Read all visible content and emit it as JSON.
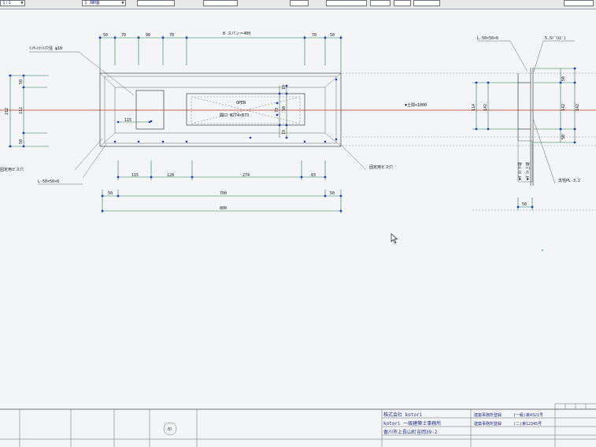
{
  "toolbar": {
    "dropdown1_value": "1:1",
    "dropdown2_value": "1 線幅"
  },
  "plan": {
    "dims_top": [
      "50",
      "70",
      "90",
      "70",
      "8 スパン＝400",
      "70",
      "50"
    ],
    "inspection_hole_label": "ｲﾝｻｰﾄﾅｯﾄ穴径 φ10",
    "left_side_dims": [
      "50",
      "112",
      "50"
    ],
    "left_total": "212",
    "open_label": "OPEN",
    "opening_label": "開口 W274×B73",
    "inner_dim_115": "115",
    "inner_vertical_dims": [
      "19",
      "50",
      "73",
      "19"
    ],
    "anchor_left_label": "固定用ビス穴",
    "angle_left_label": "L-50×50×6",
    "bottom_dims_row1": [
      "115",
      "128",
      "274",
      "83"
    ],
    "bottom_dims_row2": [
      "50",
      "700",
      "50"
    ],
    "bottom_total": "800",
    "anchor_right_label": "固定用ビス穴",
    "ground_label": "▼土間+1000"
  },
  "section": {
    "angle_label": "L-50×50×6",
    "screw_label": "5.5ﾄﾞﾘﾙﾋﾞｽ",
    "left_dims": [
      "114",
      "142"
    ],
    "right_dims": [
      "50",
      "142",
      "50"
    ],
    "ground_vertical_1": "▼ﾀﾞｸﾄ下端",
    "ground_vertical_2": "▼ﾀﾞｸﾄ上端",
    "plate_label": "支柱PL-3.2",
    "bottom_dim": "50"
  },
  "title_block": {
    "company": "株式会社 kotori",
    "office": "kotori 一級建築士事務所",
    "address": "香川市上長山町吉岡39-2",
    "reg1": "建築事務所登録",
    "reg1_value": "(一級)第4321号",
    "reg2": "建築事務所登録",
    "reg2_value": "(二)第12345号",
    "stamp": "印"
  }
}
